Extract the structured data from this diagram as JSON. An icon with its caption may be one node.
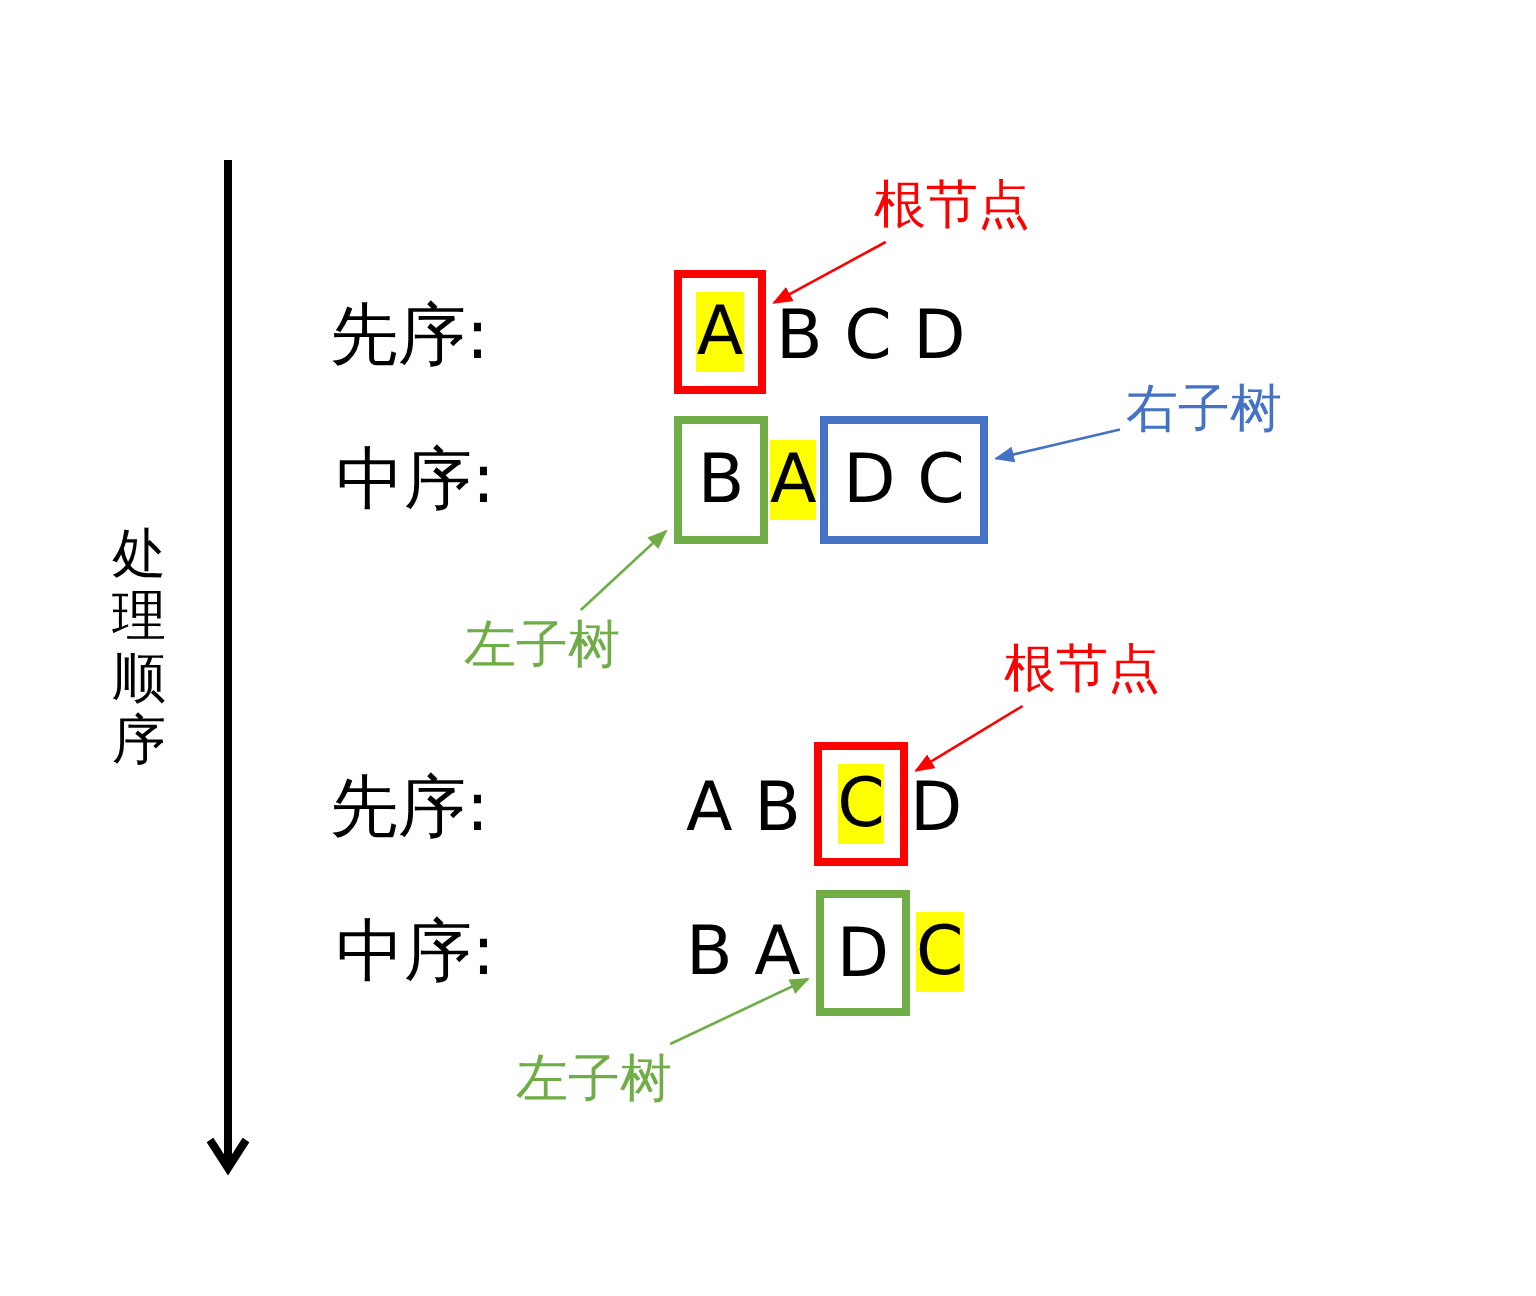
{
  "diagram": {
    "nodes": [
      {
        "text": [
          "A"
        ]
      },
      {
        "text": [
          "B"
        ]
      },
      {
        "text": [
          "D C"
        ]
      },
      {
        "text": [
          "C"
        ]
      },
      {
        "text": [
          "D"
        ]
      },
      {
        "text": [
          "根节点"
        ]
      },
      {
        "text": [
          "右子树"
        ]
      },
      {
        "text": [
          "左子树"
        ]
      },
      {
        "text": [
          "根节点"
        ]
      },
      {
        "text": [
          "左子树"
        ]
      }
    ],
    "edges": [
      {
        "from": 5,
        "to": 0,
        "arrow": "to",
        "color": "#ff0000"
      },
      {
        "from": 6,
        "to": 2,
        "arrow": "to",
        "color": "#4472c4"
      },
      {
        "from": 7,
        "to": 1,
        "arrow": "to",
        "color": "#70ad47"
      },
      {
        "from": 8,
        "to": 3,
        "arrow": "to",
        "color": "#ff0000"
      },
      {
        "from": 9,
        "to": 4,
        "arrow": "to",
        "color": "#70ad47"
      }
    ],
    "labels": [
      "先序:",
      "B C D",
      "中序:",
      "A",
      "先序:",
      "A B",
      "D",
      "中序:",
      "B A",
      "C",
      "处理顺序"
    ]
  }
}
